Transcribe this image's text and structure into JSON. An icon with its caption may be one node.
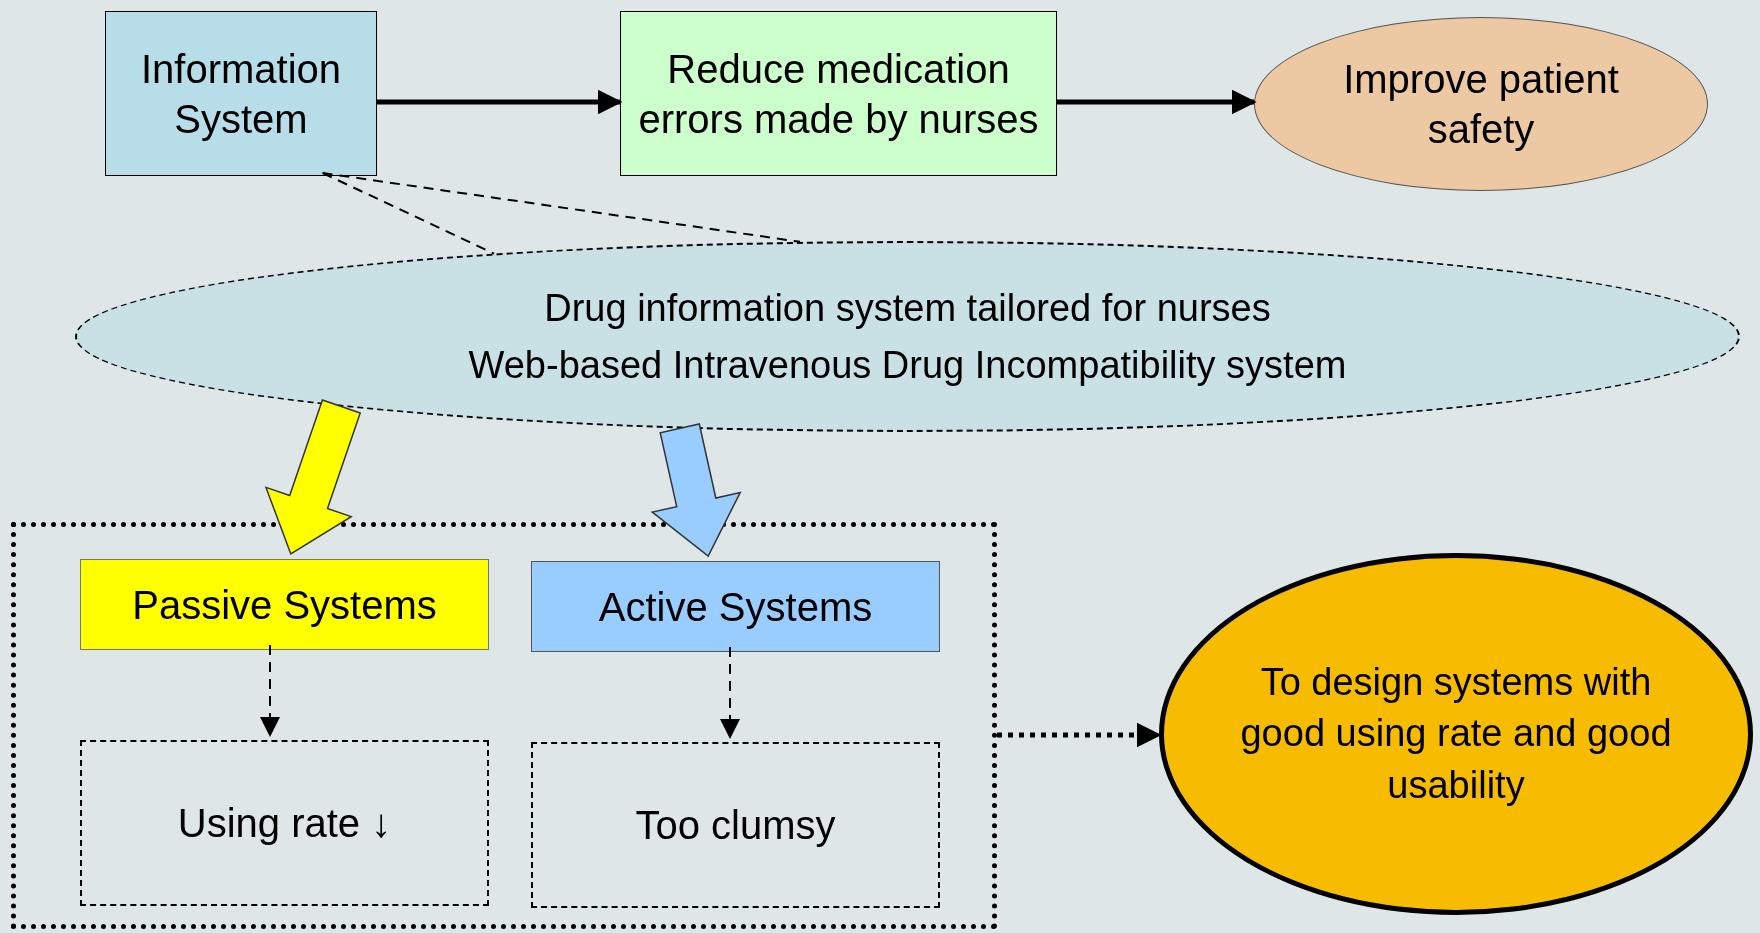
{
  "diagram": {
    "nodes": [
      {
        "text": [
          "Information System"
        ]
      },
      {
        "text": [
          "Reduce medication errors made by nurses"
        ]
      },
      {
        "text": [
          "Improve patient safety"
        ]
      },
      {
        "text": [
          "Drug information system tailored for nurses",
          "Web-based Intravenous Drug Incompatibility system"
        ]
      },
      {
        "text": [],
        "shape": "box"
      },
      {
        "text": [
          "Passive Systems"
        ],
        "in": 4
      },
      {
        "text": [
          "Active Systems"
        ],
        "in": 4
      },
      {
        "text": [
          "Using rate ↓"
        ],
        "in": 4
      },
      {
        "text": [
          "Too clumsy"
        ],
        "in": 4
      },
      {
        "text": [
          "To design systems with good using rate and good usability"
        ]
      }
    ],
    "edges": [
      {
        "from": 0,
        "to": 1,
        "arrow": "to",
        "style": "thick"
      },
      {
        "from": 1,
        "to": 2,
        "arrow": "to",
        "style": "thick"
      },
      {
        "from": 0,
        "to": 3,
        "arrow": "none",
        "style": "dashed"
      },
      {
        "from": 3,
        "to": 5,
        "arrow": "to",
        "color": "#ffff00"
      },
      {
        "from": 3,
        "to": 6,
        "arrow": "to",
        "color": "#99ccff"
      },
      {
        "from": 5,
        "to": 7,
        "arrow": "to",
        "style": "dashed"
      },
      {
        "from": 6,
        "to": 8,
        "arrow": "to",
        "style": "dashed"
      },
      {
        "from": 4,
        "to": 9,
        "arrow": "to",
        "style": "dashed"
      }
    ]
  }
}
